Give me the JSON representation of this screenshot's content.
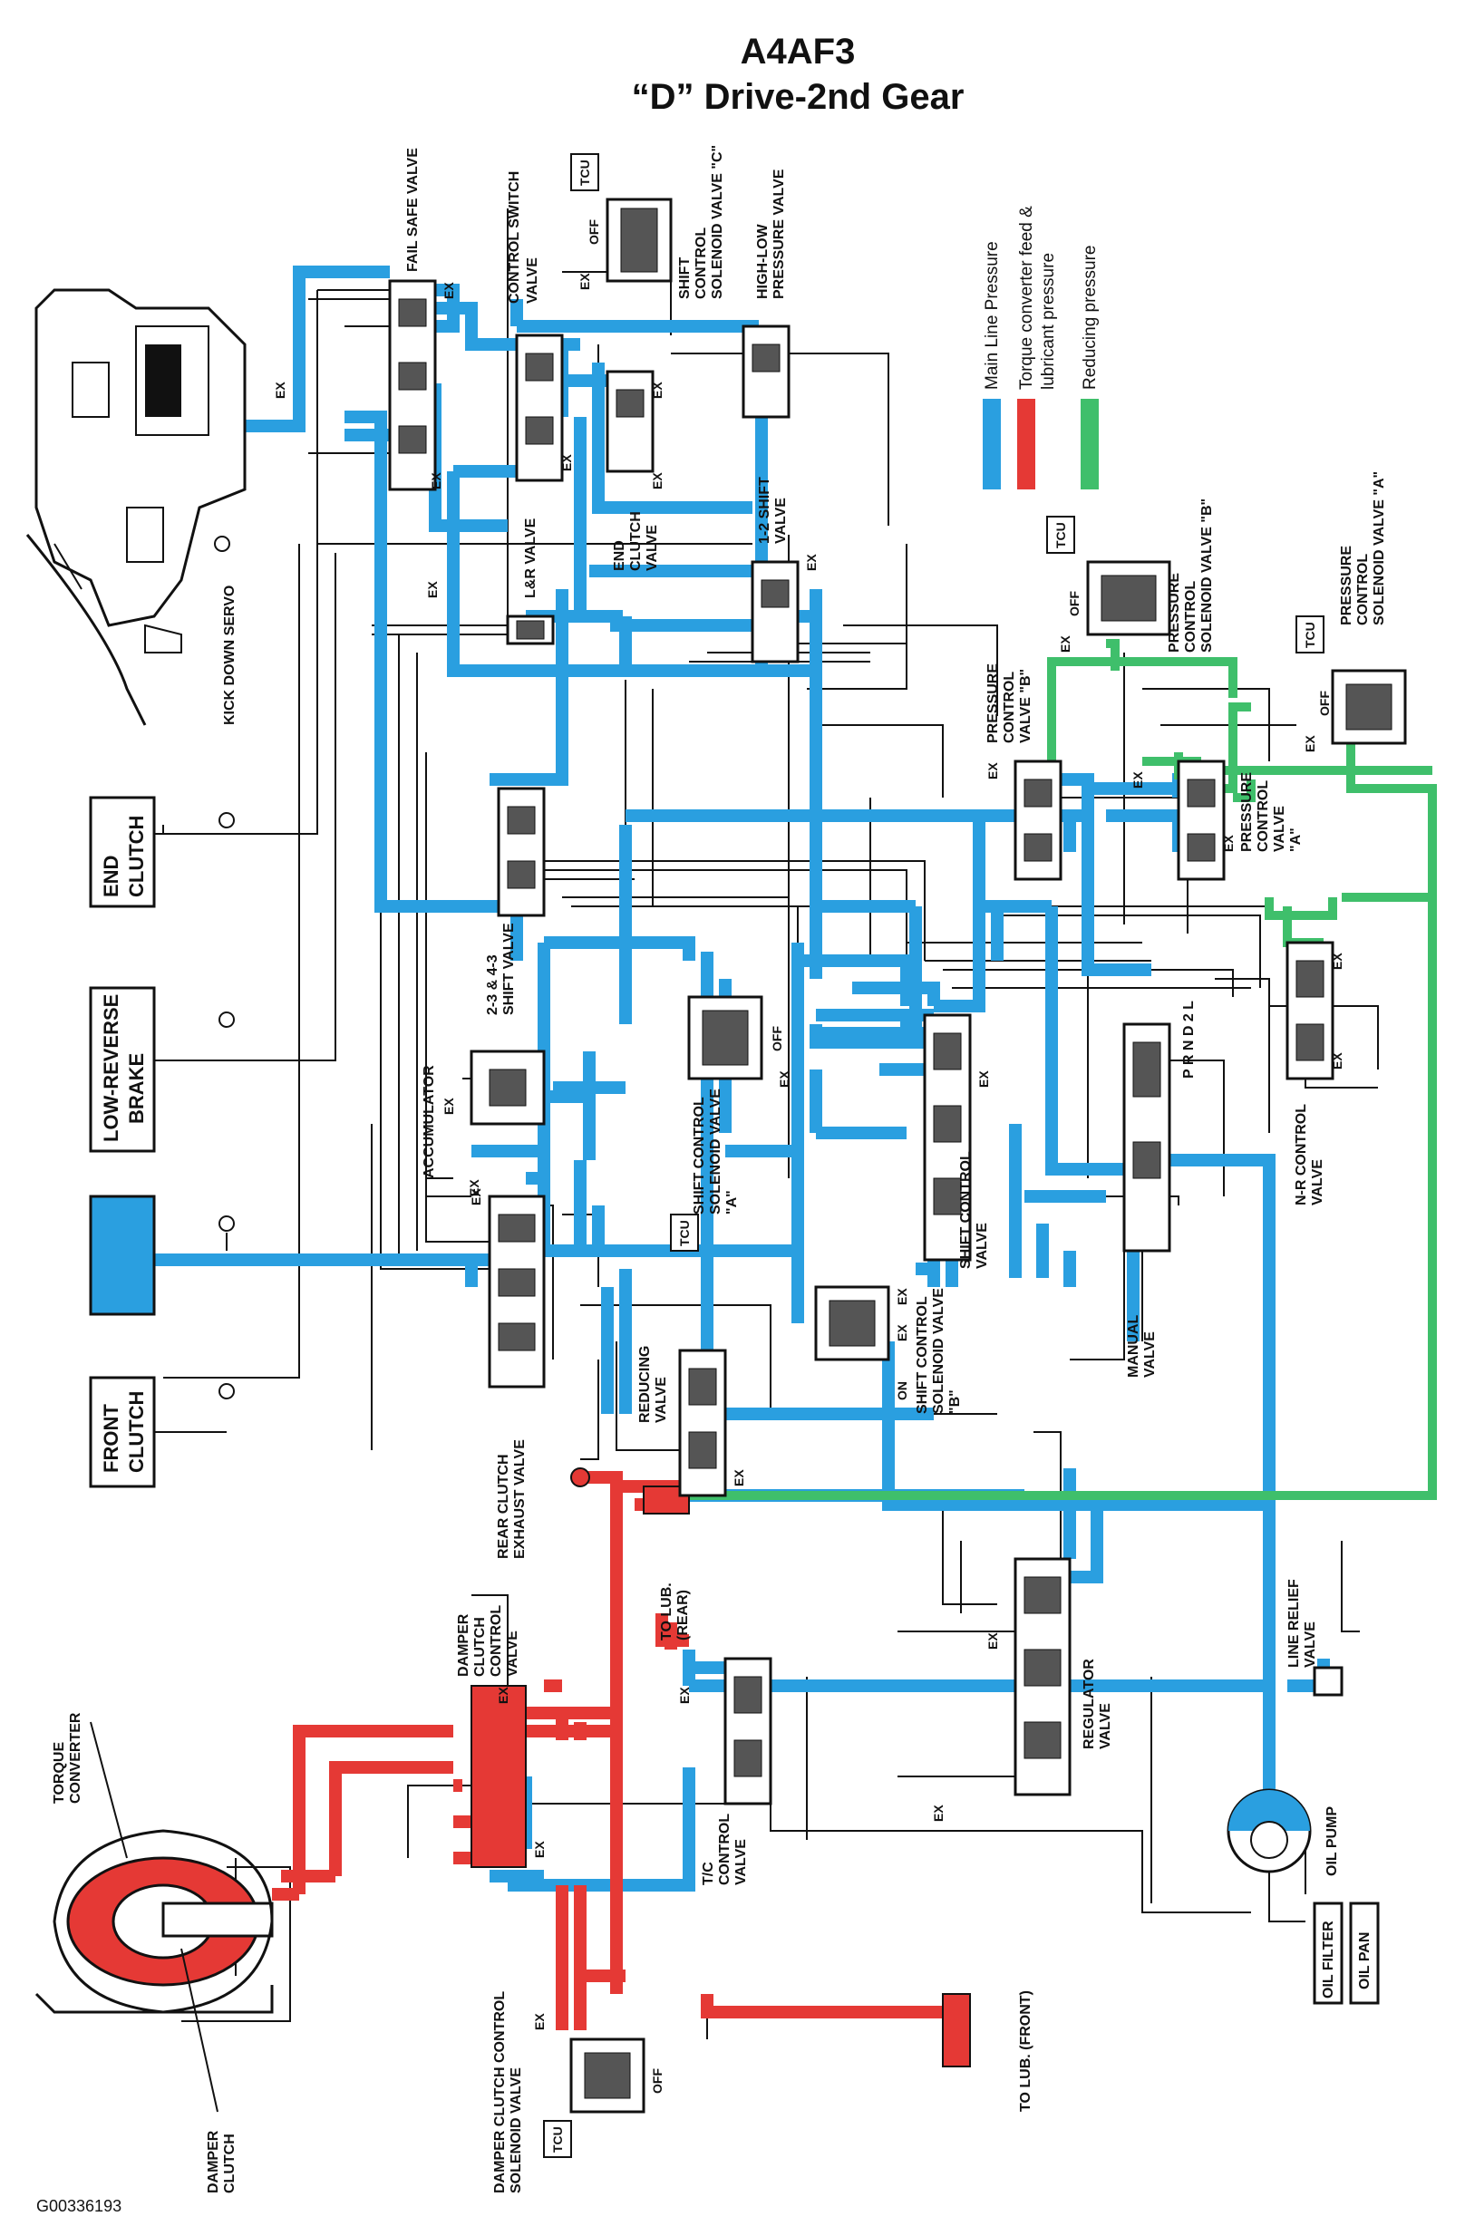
{
  "title": {
    "line1": "A4AF3",
    "line2": "“D” Drive-2nd Gear"
  },
  "legend": [
    {
      "label": "Main Line Pressure",
      "color": "#2a9fe0"
    },
    {
      "label": "Torque converter feed &",
      "label2": "lubricant pressure",
      "color": "#e53935"
    },
    {
      "label": "Reducing pressure",
      "color": "#3fbf6b"
    }
  ],
  "footer_code": "G00336193",
  "clutches": {
    "end": [
      "END",
      "CLUTCH"
    ],
    "low_reverse": [
      "LOW-REVERSE",
      "BRAKE"
    ],
    "front": [
      "FRONT",
      "CLUTCH"
    ]
  },
  "labels": {
    "fail_safe_valve": "FAIL SAFE VALVE",
    "control_switch_valve": [
      "CONTROL SWITCH",
      "VALVE"
    ],
    "shift_control_solenoid_c": [
      "SHIFT",
      "CONTROL",
      "SOLENOID VALVE \"C\""
    ],
    "high_low_pressure_valve": [
      "HIGH-LOW",
      "PRESSURE VALVE"
    ],
    "kick_down_servo": "KICK DOWN SERVO",
    "lr_valve": "L&R VALVE",
    "end_clutch_valve": [
      "END",
      "CLUTCH",
      "VALVE"
    ],
    "one_two_shift_valve": [
      "1-2 SHIFT",
      "VALVE"
    ],
    "pcsv_b": [
      "PRESSURE",
      "CONTROL",
      "SOLENOID VALVE \"B\""
    ],
    "pcsv_a": [
      "PRESSURE",
      "CONTROL",
      "SOLENOID VALVE \"A\""
    ],
    "pcv_b": [
      "PRESSURE",
      "CONTROL",
      "VALVE \"B\""
    ],
    "pcv_a": [
      "PRESSURE",
      "CONTROL",
      "VALVE",
      "\"A\""
    ],
    "two_three_shift_valve": [
      "2-3 & 4-3",
      "SHIFT VALVE"
    ],
    "accumulator": "ACCUMULATOR",
    "scsv_a": [
      "SHIFT CONTROL",
      "SOLENOID VALVE",
      "\"A\""
    ],
    "shift_control_valve": [
      "SHIFT CONTROL",
      "VALVE"
    ],
    "scsv_b": [
      "SHIFT CONTROL",
      "SOLENOID VALVE",
      "\"B\""
    ],
    "nr_control_valve": [
      "N-R CONTROL",
      "VALVE"
    ],
    "manual_valve": [
      "MANUAL",
      "VALVE"
    ],
    "prnd": "P R N D 2 L",
    "rear_clutch_exhaust_valve": [
      "REAR CLUTCH",
      "EXHAUST VALVE"
    ],
    "reducing_valve": [
      "REDUCING",
      "VALVE"
    ],
    "to_lub_rear": [
      "TO LUB.",
      "(REAR)"
    ],
    "damper_clutch_control_valve": [
      "DAMPER",
      "CLUTCH",
      "CONTROL",
      "VALVE"
    ],
    "torque_converter": [
      "TORQUE",
      "CONVERTER"
    ],
    "damper_clutch": [
      "DAMPER",
      "CLUTCH"
    ],
    "tc_control_valve": [
      "T/C",
      "CONTROL",
      "VALVE"
    ],
    "line_relief_valve": [
      "LINE RELIEF",
      "VALVE"
    ],
    "regulator_valve": [
      "REGULATOR",
      "VALVE"
    ],
    "oil_pump": "OIL PUMP",
    "oil_filter": "OIL FILTER",
    "oil_pan": "OIL PAN",
    "dccsv": [
      "DAMPER CLUTCH CONTROL",
      "SOLENOID VALVE"
    ],
    "to_lub_front": "TO LUB. (FRONT)",
    "tcu": "TCU",
    "ex": "EX",
    "off": "OFF",
    "on": "ON"
  }
}
